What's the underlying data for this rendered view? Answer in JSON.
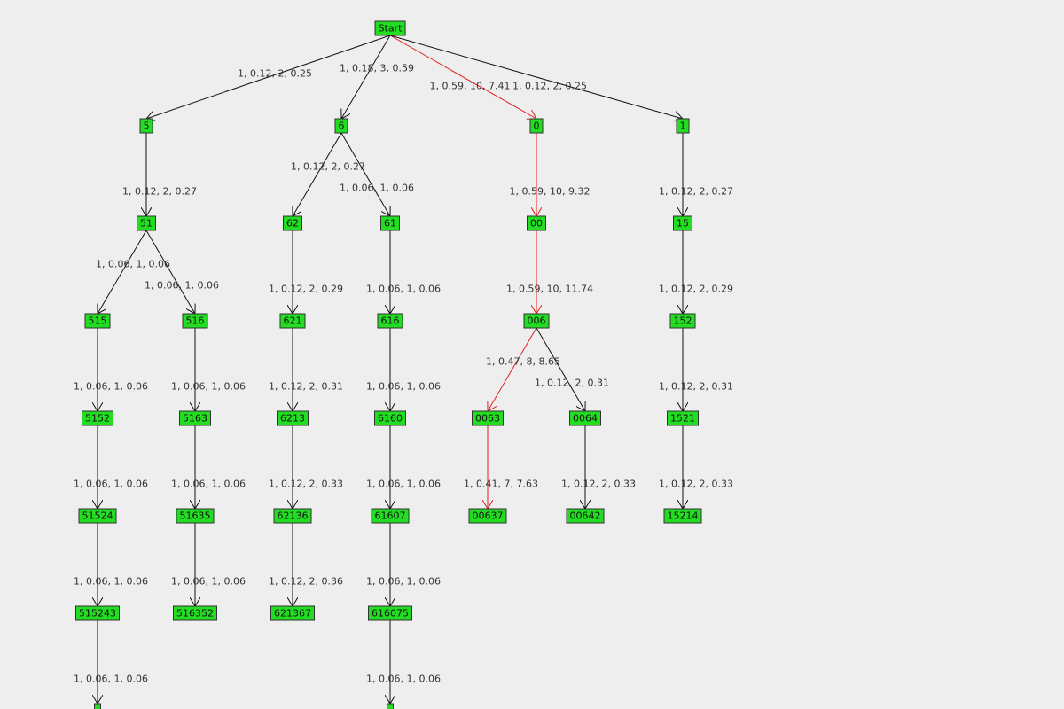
{
  "colors": {
    "background": "#eeeeee",
    "node_fill": "#22dd22",
    "node_border": "#333333",
    "edge_default": "#111111",
    "edge_highlight": "#dd2222",
    "label_text": "#333333"
  },
  "nodes": [
    {
      "id": "Start",
      "label": "Start"
    },
    {
      "id": "5",
      "label": "5"
    },
    {
      "id": "6",
      "label": "6"
    },
    {
      "id": "0",
      "label": "0"
    },
    {
      "id": "1",
      "label": "1"
    },
    {
      "id": "51",
      "label": "51"
    },
    {
      "id": "62",
      "label": "62"
    },
    {
      "id": "61",
      "label": "61"
    },
    {
      "id": "00",
      "label": "00"
    },
    {
      "id": "15",
      "label": "15"
    },
    {
      "id": "515",
      "label": "515"
    },
    {
      "id": "516",
      "label": "516"
    },
    {
      "id": "621",
      "label": "621"
    },
    {
      "id": "616",
      "label": "616"
    },
    {
      "id": "006",
      "label": "006"
    },
    {
      "id": "152",
      "label": "152"
    },
    {
      "id": "5152",
      "label": "5152"
    },
    {
      "id": "5163",
      "label": "5163"
    },
    {
      "id": "6213",
      "label": "6213"
    },
    {
      "id": "6160",
      "label": "6160"
    },
    {
      "id": "0063",
      "label": "0063"
    },
    {
      "id": "0064",
      "label": "0064"
    },
    {
      "id": "1521",
      "label": "1521"
    },
    {
      "id": "51524",
      "label": "51524"
    },
    {
      "id": "51635",
      "label": "51635"
    },
    {
      "id": "62136",
      "label": "62136"
    },
    {
      "id": "61607",
      "label": "61607"
    },
    {
      "id": "00637",
      "label": "00637"
    },
    {
      "id": "00642",
      "label": "00642"
    },
    {
      "id": "15214",
      "label": "15214"
    },
    {
      "id": "515243",
      "label": "515243"
    },
    {
      "id": "516352",
      "label": "516352"
    },
    {
      "id": "621367",
      "label": "621367"
    },
    {
      "id": "616075",
      "label": "616075"
    },
    {
      "id": "5152433",
      "label": ""
    },
    {
      "id": "6160754",
      "label": ""
    }
  ],
  "edges": [
    {
      "from": "Start",
      "to": "5",
      "label": "1, 0.12, 2, 0.25",
      "highlight": false
    },
    {
      "from": "Start",
      "to": "6",
      "label": "1, 0.18, 3, 0.59",
      "highlight": false
    },
    {
      "from": "Start",
      "to": "0",
      "label": "1, 0.59, 10, 7.41",
      "highlight": true
    },
    {
      "from": "Start",
      "to": "1",
      "label": "1, 0.12, 2, 0.25",
      "highlight": false
    },
    {
      "from": "5",
      "to": "51",
      "label": "1, 0.12, 2, 0.27",
      "highlight": false
    },
    {
      "from": "6",
      "to": "62",
      "label": "1, 0.12, 2, 0.27",
      "highlight": false
    },
    {
      "from": "6",
      "to": "61",
      "label": "1, 0.06, 1, 0.06",
      "highlight": false
    },
    {
      "from": "0",
      "to": "00",
      "label": "1, 0.59, 10, 9.32",
      "highlight": true
    },
    {
      "from": "1",
      "to": "15",
      "label": "1, 0.12, 2, 0.27",
      "highlight": false
    },
    {
      "from": "51",
      "to": "515",
      "label": "1, 0.06, 1, 0.06",
      "highlight": false
    },
    {
      "from": "51",
      "to": "516",
      "label": "1, 0.06, 1, 0.06",
      "highlight": false
    },
    {
      "from": "62",
      "to": "621",
      "label": "1, 0.12, 2, 0.29",
      "highlight": false
    },
    {
      "from": "61",
      "to": "616",
      "label": "1, 0.06, 1, 0.06",
      "highlight": false
    },
    {
      "from": "00",
      "to": "006",
      "label": "1, 0.59, 10, 11.74",
      "highlight": true
    },
    {
      "from": "15",
      "to": "152",
      "label": "1, 0.12, 2, 0.29",
      "highlight": false
    },
    {
      "from": "515",
      "to": "5152",
      "label": "1, 0.06, 1, 0.06",
      "highlight": false
    },
    {
      "from": "516",
      "to": "5163",
      "label": "1, 0.06, 1, 0.06",
      "highlight": false
    },
    {
      "from": "621",
      "to": "6213",
      "label": "1, 0.12, 2, 0.31",
      "highlight": false
    },
    {
      "from": "616",
      "to": "6160",
      "label": "1, 0.06, 1, 0.06",
      "highlight": false
    },
    {
      "from": "006",
      "to": "0063",
      "label": "1, 0.47, 8, 8.65",
      "highlight": true
    },
    {
      "from": "006",
      "to": "0064",
      "label": "1, 0.12, 2, 0.31",
      "highlight": false
    },
    {
      "from": "152",
      "to": "1521",
      "label": "1, 0.12, 2, 0.31",
      "highlight": false
    },
    {
      "from": "5152",
      "to": "51524",
      "label": "1, 0.06, 1, 0.06",
      "highlight": false
    },
    {
      "from": "5163",
      "to": "51635",
      "label": "1, 0.06, 1, 0.06",
      "highlight": false
    },
    {
      "from": "6213",
      "to": "62136",
      "label": "1, 0.12, 2, 0.33",
      "highlight": false
    },
    {
      "from": "6160",
      "to": "61607",
      "label": "1, 0.06, 1, 0.06",
      "highlight": false
    },
    {
      "from": "0063",
      "to": "00637",
      "label": "1, 0.41, 7, 7.63",
      "highlight": true
    },
    {
      "from": "0064",
      "to": "00642",
      "label": "1, 0.12, 2, 0.33",
      "highlight": false
    },
    {
      "from": "1521",
      "to": "15214",
      "label": "1, 0.12, 2, 0.33",
      "highlight": false
    },
    {
      "from": "51524",
      "to": "515243",
      "label": "1, 0.06, 1, 0.06",
      "highlight": false
    },
    {
      "from": "51635",
      "to": "516352",
      "label": "1, 0.06, 1, 0.06",
      "highlight": false
    },
    {
      "from": "62136",
      "to": "621367",
      "label": "1, 0.12, 2, 0.36",
      "highlight": false
    },
    {
      "from": "61607",
      "to": "616075",
      "label": "1, 0.06, 1, 0.06",
      "highlight": false
    },
    {
      "from": "515243",
      "to": "5152433",
      "label": "1, 0.06, 1, 0.06",
      "highlight": false
    },
    {
      "from": "616075",
      "to": "6160754",
      "label": "1, 0.06, 1, 0.06",
      "highlight": false
    }
  ]
}
